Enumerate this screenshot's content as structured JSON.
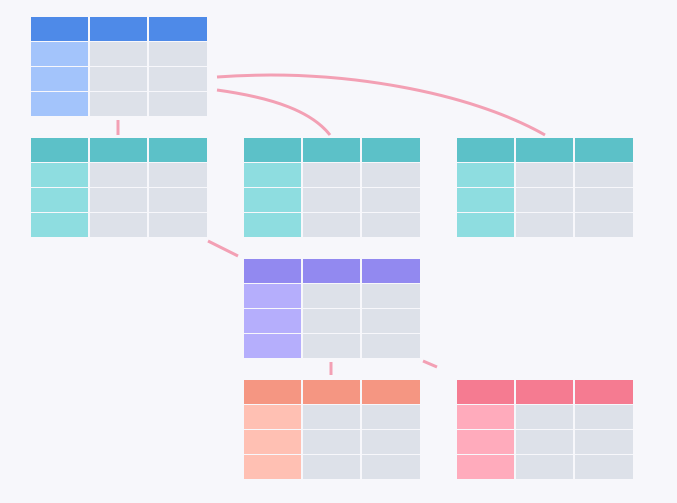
{
  "diagram": {
    "connector_color": "#f3a0b4",
    "tables": [
      {
        "id": "blue",
        "header_color": "#4e8ae8",
        "key_color": "#a3c4fb",
        "body_color": "#dde1e9",
        "rows": 3,
        "cols": 3
      },
      {
        "id": "teal-left",
        "header_color": "#5cc1c8",
        "key_color": "#8edde0",
        "body_color": "#dde1e9",
        "rows": 3,
        "cols": 3
      },
      {
        "id": "teal-middle",
        "header_color": "#5cc1c8",
        "key_color": "#8edde0",
        "body_color": "#dde1e9",
        "rows": 3,
        "cols": 3
      },
      {
        "id": "teal-right",
        "header_color": "#5cc1c8",
        "key_color": "#8edde0",
        "body_color": "#dde1e9",
        "rows": 3,
        "cols": 3
      },
      {
        "id": "purple",
        "header_color": "#9289f0",
        "key_color": "#b5aefc",
        "body_color": "#dde1e9",
        "rows": 3,
        "cols": 3
      },
      {
        "id": "orange",
        "header_color": "#f59682",
        "key_color": "#ffc0b3",
        "body_color": "#dde1e9",
        "rows": 3,
        "cols": 3
      },
      {
        "id": "pink",
        "header_color": "#f57b91",
        "key_color": "#ffabbc",
        "body_color": "#dde1e9",
        "rows": 3,
        "cols": 3
      }
    ],
    "relationships": [
      {
        "from": "blue",
        "to": "teal-left"
      },
      {
        "from": "blue",
        "to": "teal-middle"
      },
      {
        "from": "blue",
        "to": "teal-right"
      },
      {
        "from": "teal-left",
        "to": "purple"
      },
      {
        "from": "purple",
        "to": "orange"
      },
      {
        "from": "purple",
        "to": "pink"
      }
    ]
  }
}
